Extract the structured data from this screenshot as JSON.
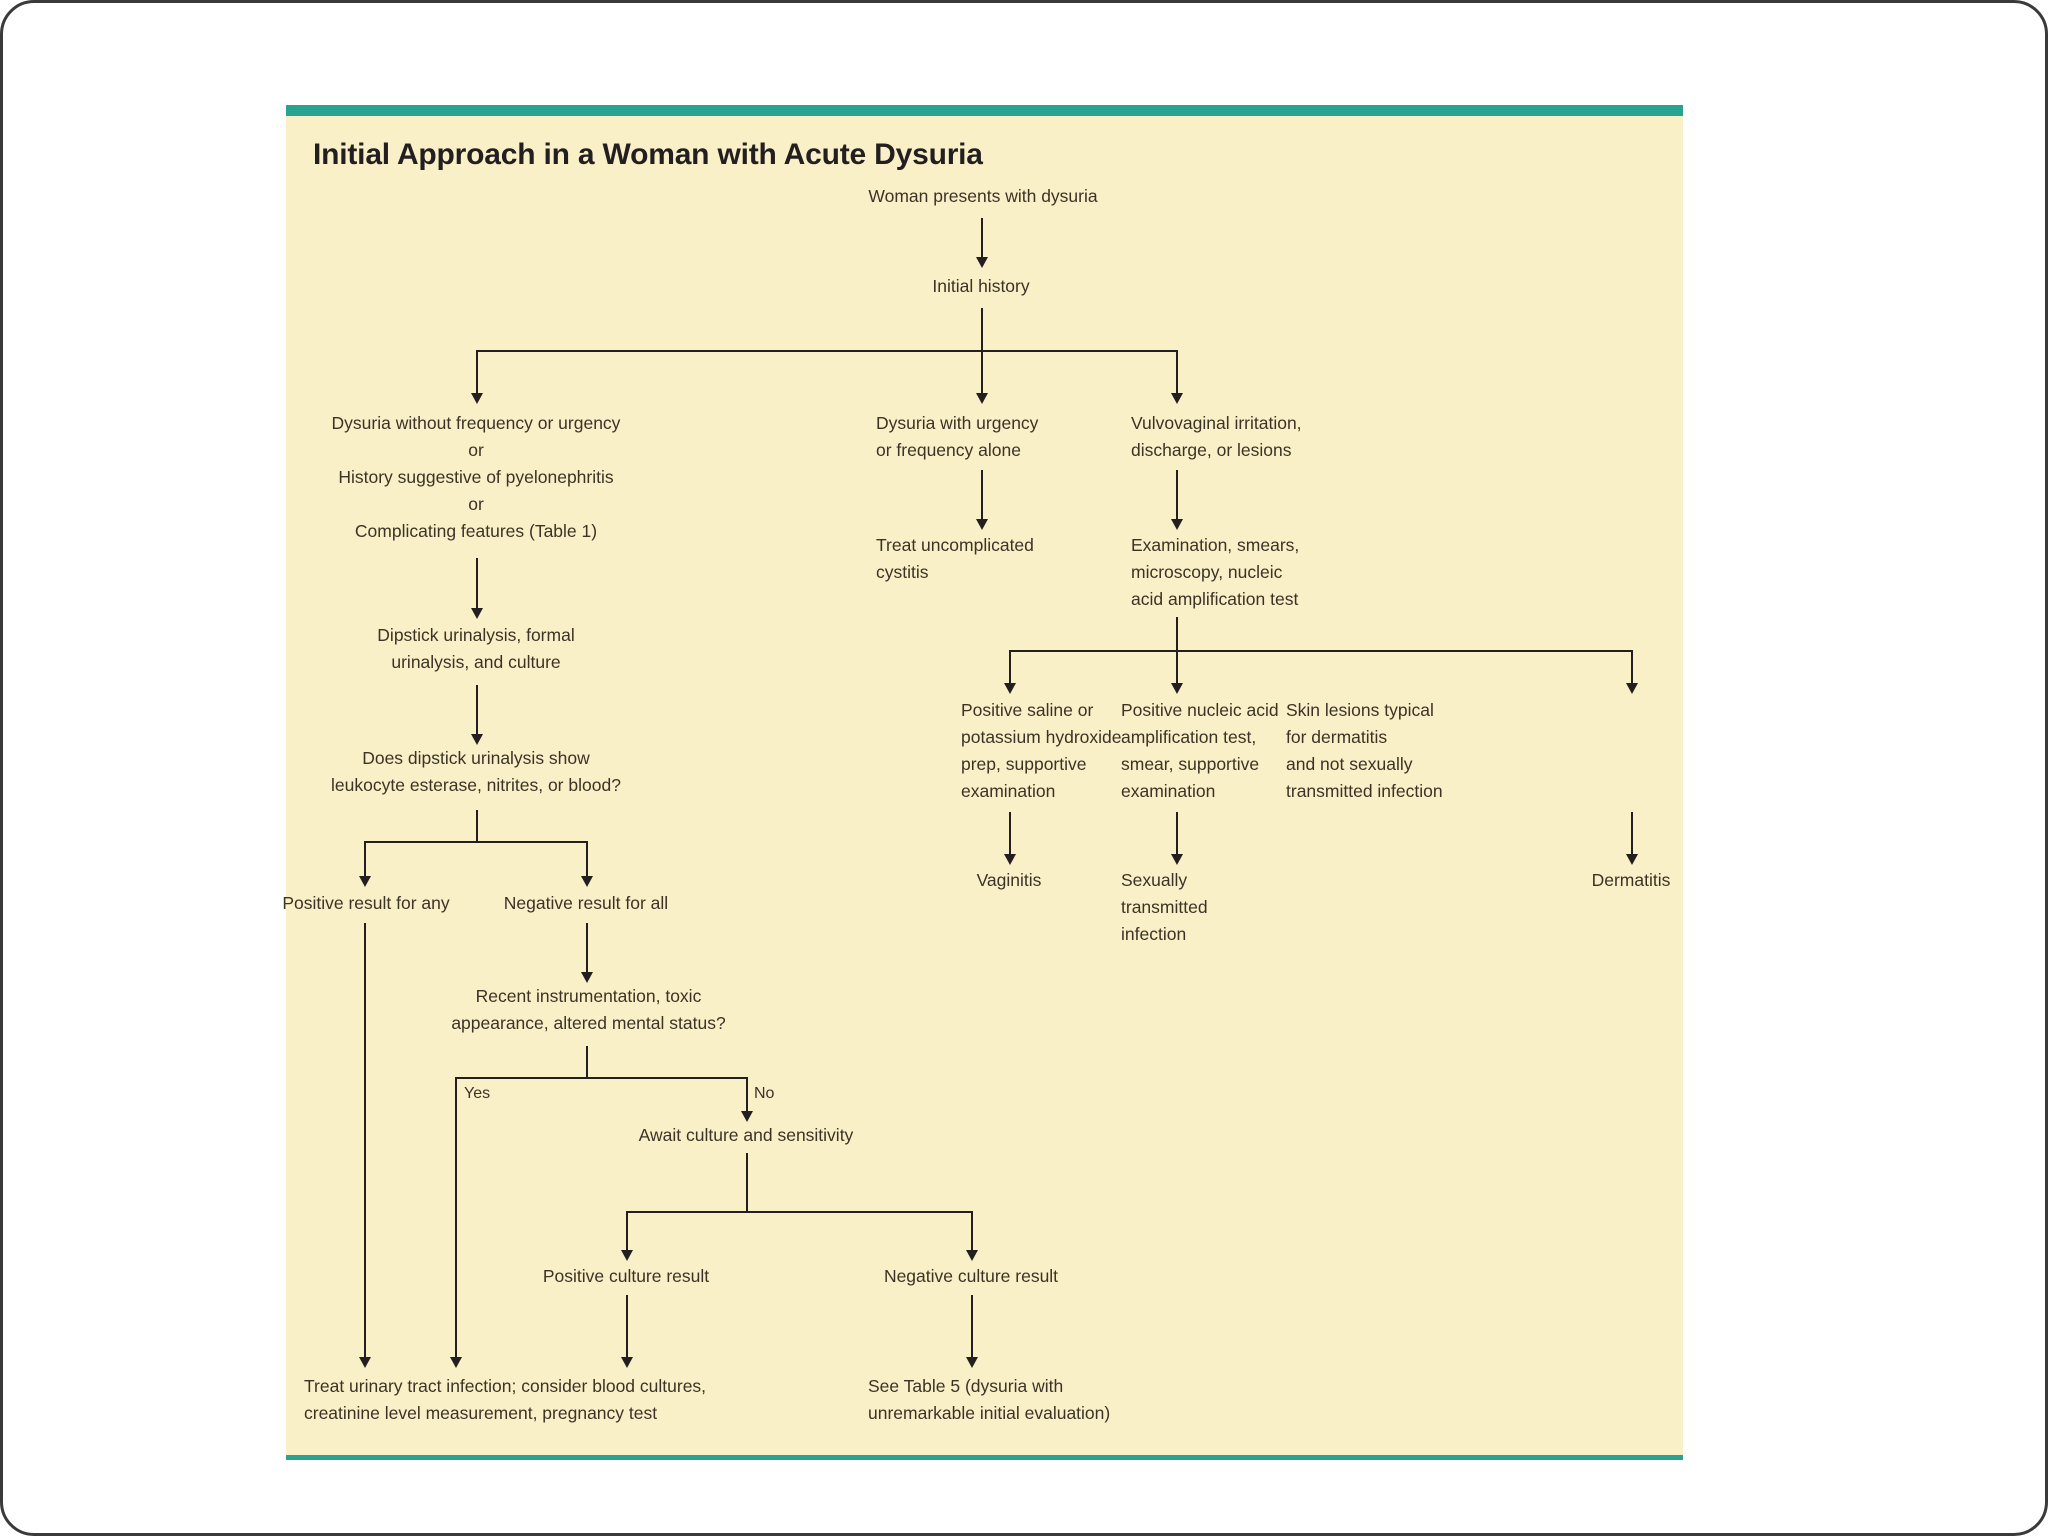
{
  "figure": {
    "title": "Initial Approach in a Woman with Acute Dysuria",
    "accent_color": "#29a391",
    "panel_background": "#faf0c8",
    "text_color": "#3b3326",
    "line_color": "#231f20"
  },
  "nodes": {
    "start": "Woman presents with dysuria",
    "initial_history": "Initial history",
    "branch_left": "Dysuria without frequency or urgency\nor\nHistory suggestive of pyelonephritis\nor\nComplicating features (Table 1)",
    "branch_middle": "Dysuria with urgency\nor frequency alone",
    "branch_right": "Vulvovaginal irritation,\ndischarge, or lesions",
    "treat_cystitis": "Treat uncomplicated\ncystitis",
    "examination": "Examination, smears,\nmicroscopy, nucleic\nacid amplification test",
    "dipstick": "Dipstick urinalysis, formal\nurinalysis, and culture",
    "dipstick_question": "Does dipstick urinalysis show\nleukocyte esterase, nitrites, or blood?",
    "positive_any": "Positive result for any",
    "negative_all": "Negative result for all",
    "recent_instrumentation": "Recent instrumentation, toxic\nappearance, altered mental status?",
    "await_culture": "Await culture and sensitivity",
    "positive_culture": "Positive culture result",
    "negative_culture": "Negative culture result",
    "treat_uti": "Treat urinary tract infection; consider blood cultures,\ncreatinine level measurement, pregnancy test",
    "see_table5": "See Table 5 (dysuria with\nunremarkable initial evaluation)",
    "saline_prep": "Positive saline or\npotassium hydroxide\nprep, supportive\nexamination",
    "naat_positive": "Positive nucleic acid\namplification test,\nsmear, supportive\nexamination",
    "skin_lesions": "Skin lesions typical\nfor dermatitis\nand not sexually\ntransmitted infection",
    "vaginitis": "Vaginitis",
    "sti": "Sexually\ntransmitted\ninfection",
    "dermatitis": "Dermatitis"
  },
  "edge_labels": {
    "yes": "Yes",
    "no": "No"
  }
}
